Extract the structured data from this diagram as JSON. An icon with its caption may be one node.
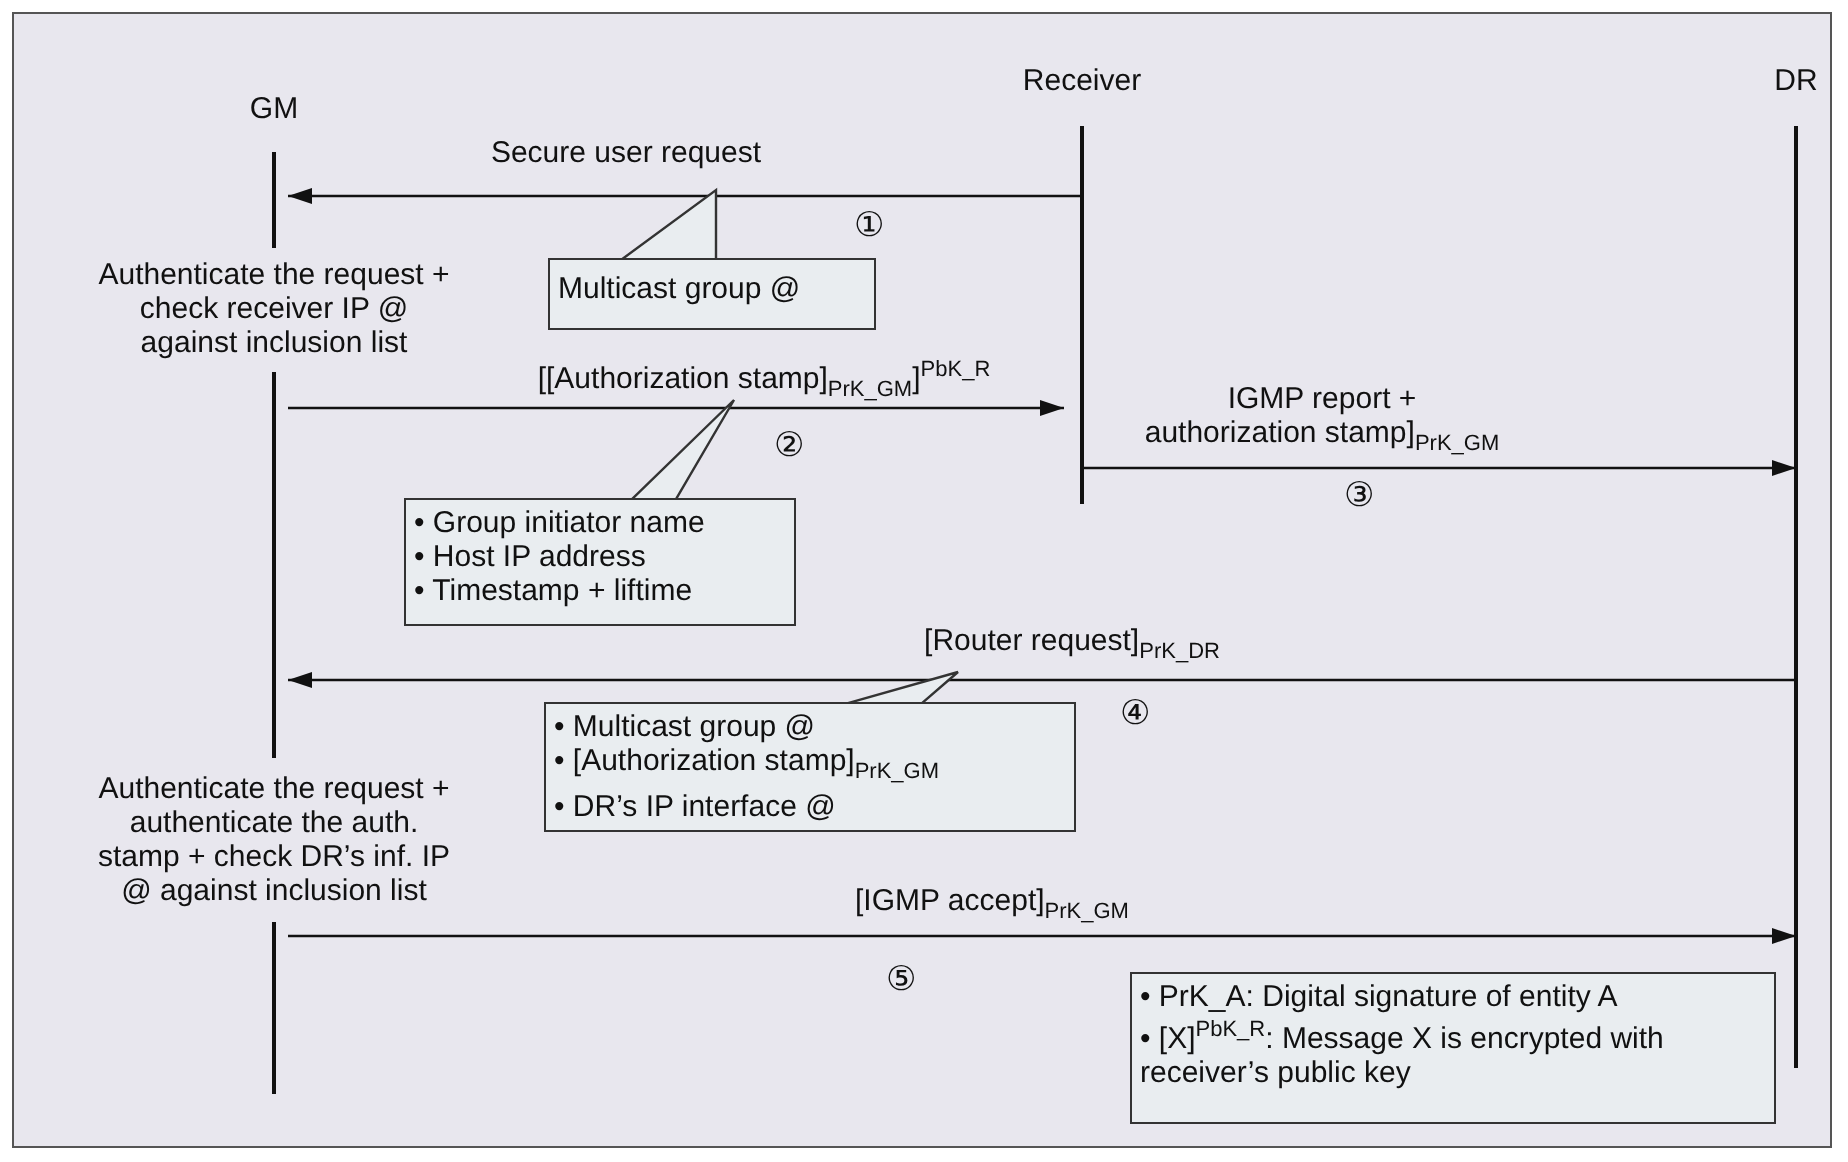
{
  "diagram": {
    "nodes": [
      {
        "text": [
          "GM",
          "Authenticate the request + check receiver IP @ against inclusion list",
          "Authenticate the request + authenticate the auth. stamp + check DR’s inf. IP @ against inclusion list"
        ]
      },
      {
        "text": [
          "Receiver"
        ]
      },
      {
        "text": [
          "DR"
        ]
      },
      {
        "text": [
          "Multicast group @"
        ]
      },
      {
        "text": [
          "• Group initiator name",
          "• Host IP address",
          "• Timestamp + liftime"
        ]
      },
      {
        "text": [
          "• Multicast group @",
          "• [Authorization stamp]$_{PrK_GM}$",
          "• DR’s IP interface @"
        ]
      },
      {
        "text": [
          "• PrK_A: Digital signature of entity A",
          "• [X]$^{PbK_R}$: Message X is encrypted with receiver’s public key"
        ]
      }
    ],
    "edges": [
      {
        "from": 1,
        "to": 0,
        "arrow": "to",
        "label": "Secure user request"
      },
      {
        "from": 0,
        "to": 1,
        "arrow": "to",
        "label": "[[Authorization stamp]$_{PrK_GM}$]$^{PbK_R}$"
      },
      {
        "from": 1,
        "to": 2,
        "arrow": "to",
        "label": "IGMP report + authorization stamp]$_{PrK_GM}$"
      },
      {
        "from": 2,
        "to": 0,
        "arrow": "to",
        "label": "[Router request]$_{PrK_DR}$"
      },
      {
        "from": 0,
        "to": 2,
        "arrow": "to",
        "label": "[IGMP accept]$_{PrK_GM}$"
      }
    ],
    "labels": [
      "①",
      "②",
      "③",
      "④",
      "⑤"
    ]
  }
}
